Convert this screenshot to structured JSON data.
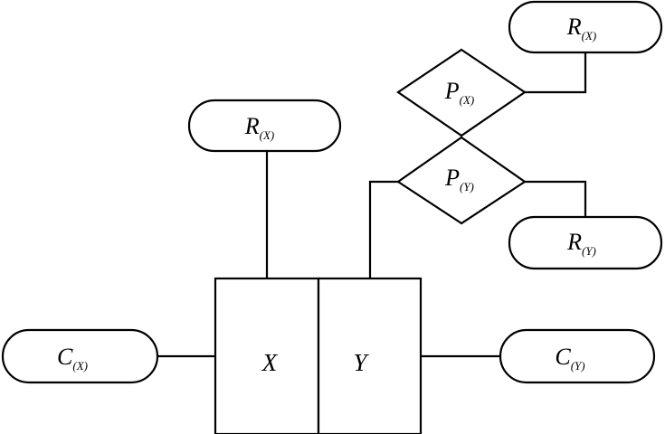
{
  "diagram": {
    "center_box": {
      "left_label": "X",
      "right_label": "Y"
    },
    "nodes": {
      "r_x_center": {
        "main": "R",
        "sub": "(X)"
      },
      "c_x": {
        "main": "C",
        "sub": "(X)"
      },
      "c_y": {
        "main": "C",
        "sub": "(Y)"
      },
      "p_x": {
        "main": "P",
        "sub": "(X)"
      },
      "p_y": {
        "main": "P",
        "sub": "(Y)"
      },
      "r_x_top": {
        "main": "R",
        "sub": "(X)"
      },
      "r_y": {
        "main": "R",
        "sub": "(Y)"
      }
    }
  }
}
